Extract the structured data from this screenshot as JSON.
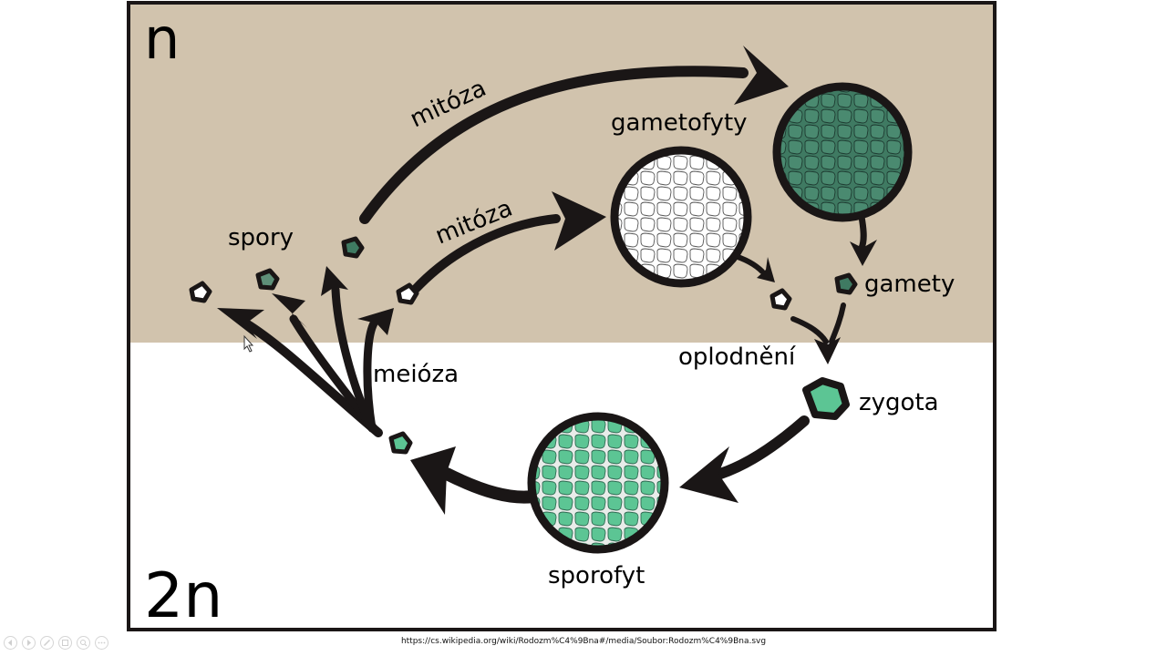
{
  "diagram": {
    "labels": {
      "haploid": "n",
      "diploid": "2n",
      "mitosis_upper": "mitóza",
      "mitosis_lower": "mitóza",
      "gametophytes": "gametofyty",
      "spores": "spory",
      "gametes": "gamety",
      "fertilization": "oplodnění",
      "zygote": "zygota",
      "meiosis": "meióza",
      "sporophyte": "sporofyt"
    },
    "colors": {
      "haploid_bg": "#d1c3ad",
      "diploid_bg": "#ffffff",
      "dark_green": "#3f7a62",
      "light_green": "#5cc594",
      "white_cell": "#ffffff",
      "outline": "#1a1616"
    }
  },
  "caption": {
    "text": "https://cs.wikipedia.org/wiki/Rodozm%C4%9Bna#/media/Soubor:Rodozm%C4%9Bna.svg"
  },
  "toolbar": {
    "icons": [
      "previous-icon",
      "next-icon",
      "pen-icon",
      "slides-icon",
      "zoom-icon",
      "more-icon"
    ]
  }
}
